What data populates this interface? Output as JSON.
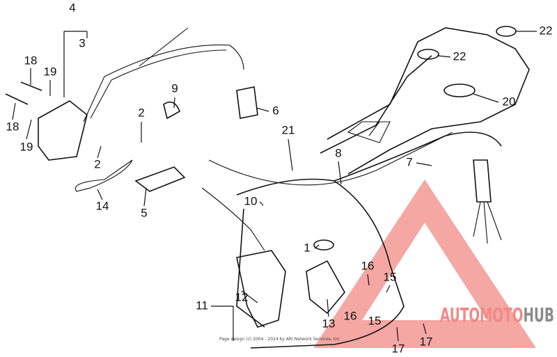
{
  "callouts": [
    {
      "id": "4"
    },
    {
      "id": "3"
    },
    {
      "id": "18"
    },
    {
      "id": "19"
    },
    {
      "id": "18"
    },
    {
      "id": "19"
    },
    {
      "id": "2"
    },
    {
      "id": "2"
    },
    {
      "id": "9"
    },
    {
      "id": "6"
    },
    {
      "id": "14"
    },
    {
      "id": "5"
    },
    {
      "id": "21"
    },
    {
      "id": "8"
    },
    {
      "id": "22"
    },
    {
      "id": "22"
    },
    {
      "id": "20"
    },
    {
      "id": "7"
    },
    {
      "id": "10"
    },
    {
      "id": "1"
    },
    {
      "id": "16"
    },
    {
      "id": "15"
    },
    {
      "id": "16"
    },
    {
      "id": "15"
    },
    {
      "id": "12"
    },
    {
      "id": "11"
    },
    {
      "id": "13"
    },
    {
      "id": "17"
    },
    {
      "id": "17"
    }
  ],
  "copyright": "Page design (c) 2004 - 2024 by ARI Network Services, Inc.",
  "watermark": {
    "text_a": "AUTOMOTO",
    "text_b": "HUB",
    "colors": {
      "triangle": "#f08a84",
      "auto": "#f5b860",
      "moto": "#f28a86",
      "hub": "#8c8c8c"
    }
  }
}
